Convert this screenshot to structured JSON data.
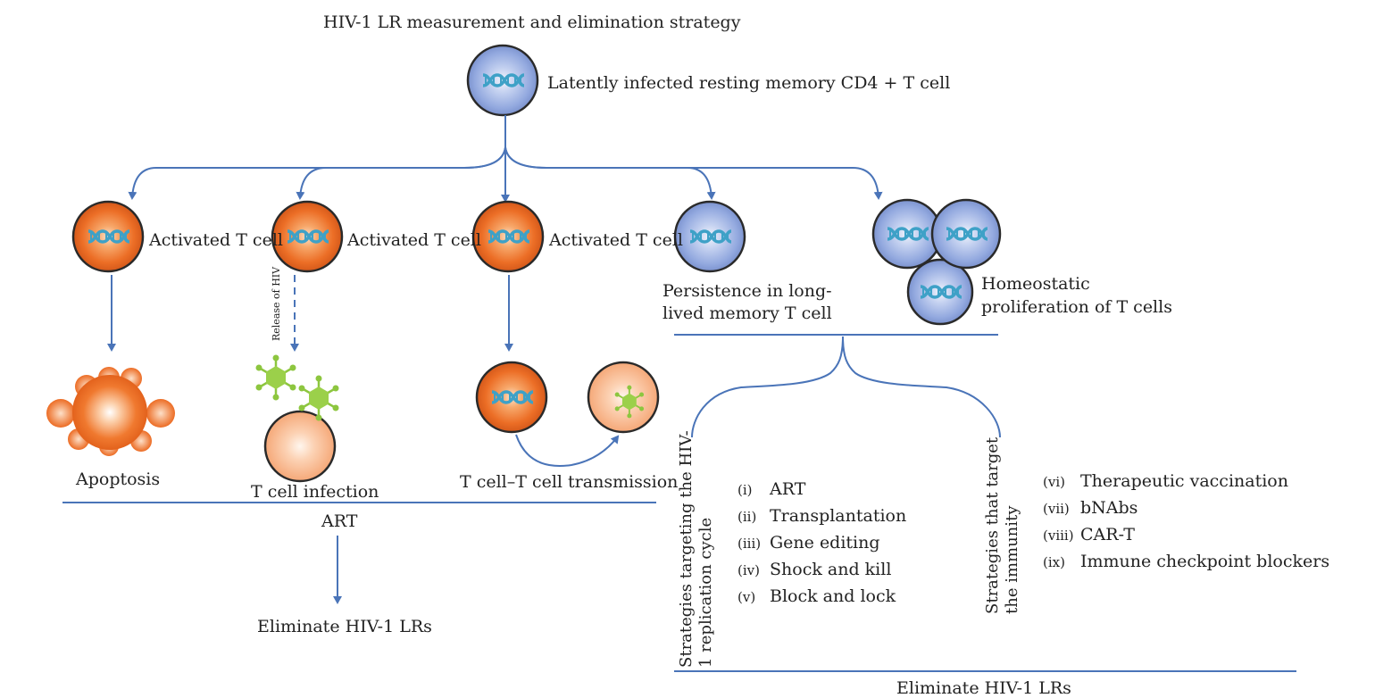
{
  "title": "HIV-1 LR measurement and elimination strategy",
  "top_cell": {
    "label": "Latently infected resting memory CD4 + T cell"
  },
  "branches": {
    "activated_1": "Activated T cell",
    "activated_2": "Activated T cell",
    "activated_3": "Activated T cell",
    "persistence": {
      "line1": "Persistence in long-",
      "line2": "lived memory T cell"
    },
    "homeostatic": {
      "line1": "Homeostatic",
      "line2": "proliferation of T cells"
    }
  },
  "release_of_hiv": "Release of HIV",
  "outcomes": {
    "apoptosis": "Apoptosis",
    "infection": "T cell infection",
    "transmission": "T cell–T cell transmission"
  },
  "left_section": {
    "art": "ART",
    "eliminate": "Eliminate HIV-1 LRs"
  },
  "right_section": {
    "group1_label": {
      "line1": "Strategies targeting the HIV-",
      "line2": "1 replication cycle"
    },
    "group1_items": [
      {
        "num": "(i)",
        "text": "ART"
      },
      {
        "num": "(ii)",
        "text": "Transplantation"
      },
      {
        "num": "(iii)",
        "text": "Gene editing"
      },
      {
        "num": "(iv)",
        "text": "Shock and kill"
      },
      {
        "num": "(v)",
        "text": "Block and lock"
      }
    ],
    "group2_label": {
      "line1": "Strategies that target",
      "line2": "the immunity"
    },
    "group2_items": [
      {
        "num": "(vi)",
        "text": "Therapeutic  vaccination"
      },
      {
        "num": "(vii)",
        "text": "bNAbs"
      },
      {
        "num": "(viii)",
        "text": "CAR-T"
      },
      {
        "num": "(ix)",
        "text": "Immune checkpoint blockers"
      }
    ],
    "eliminate": "Eliminate HIV-1 LRs"
  },
  "colors": {
    "arrow": "#4a74b8",
    "orange": "#e8641e",
    "blue_cell": "#8fa6dc",
    "virus": "#8dc63f",
    "peach": "#f6b58c"
  }
}
